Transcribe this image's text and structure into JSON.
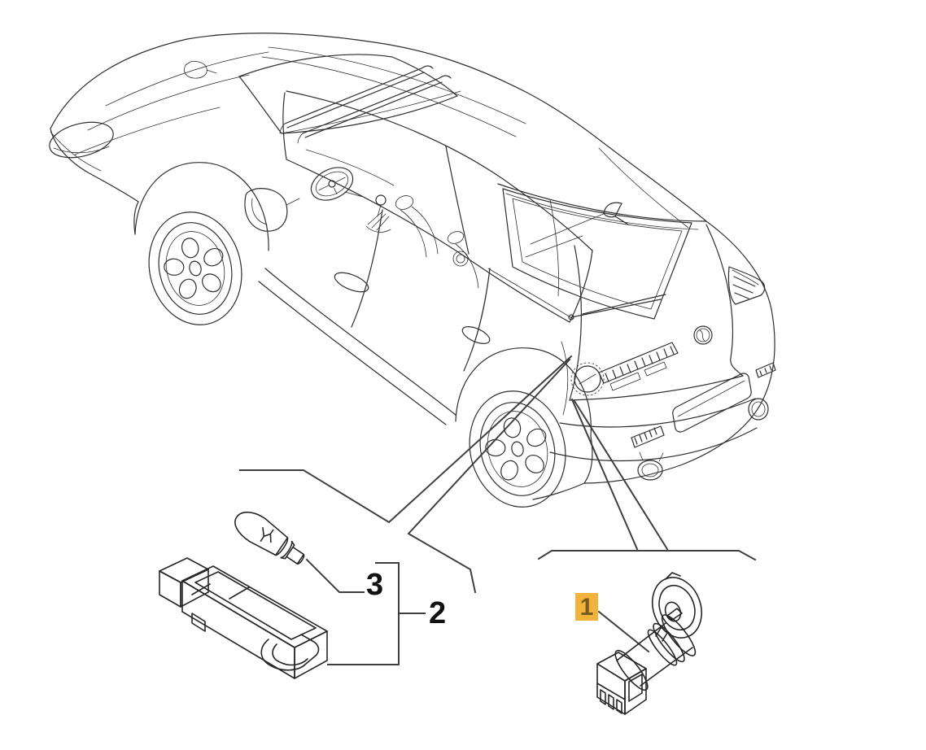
{
  "page": {
    "background": "#ffffff",
    "description_names": {
      "vehicle_figure": "alfa-giulietta-rear-three-quarter-line-art",
      "part1_figure": "power-socket-with-flip-cap",
      "part2_figure": "luggage-compartment-lamp-module",
      "part3_figure": "wedge-base-bulb"
    }
  },
  "colors": {
    "line_art": "#2e2e2e",
    "leader": "#3f3f3f",
    "label_text": "#111111",
    "highlight_bg": "#f2b33c",
    "highlight_text": "#7a5a1e"
  },
  "callouts": {
    "item1": {
      "label": "1",
      "highlighted": true
    },
    "item2": {
      "label": "2",
      "highlighted": false
    },
    "item3": {
      "label": "3",
      "highlighted": false
    }
  }
}
